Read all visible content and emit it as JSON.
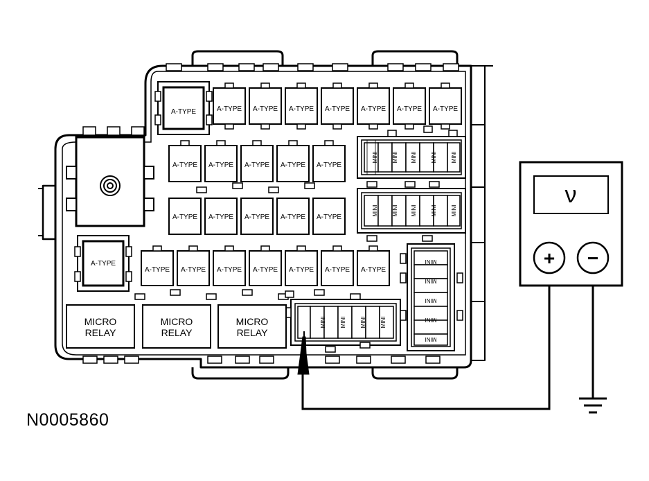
{
  "labels": {
    "a_type": "A-TYPE",
    "mini": "MINI",
    "micro_relay_line1": "MICRO",
    "micro_relay_line2": "RELAY"
  },
  "meter": {
    "display_symbol": "ν",
    "positive_symbol": "+",
    "negative_symbol": "−"
  },
  "figure_id": "N0005860",
  "icons": [
    "ground-icon",
    "probe-icon"
  ]
}
